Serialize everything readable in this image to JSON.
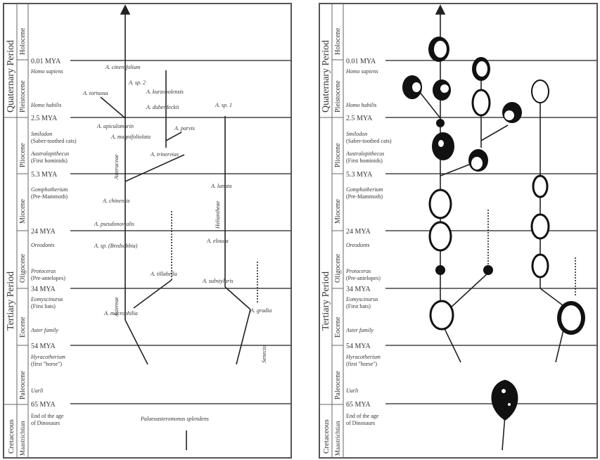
{
  "periods": {
    "quaternary": "Quaternary Period",
    "tertiary": "Tertiary Period",
    "cretaceous": "Cretaceous"
  },
  "epochs": {
    "holocene": "Holocene",
    "pleistocene": "Pleistocene",
    "pliocene": "Pliocene",
    "miocene": "Miocene",
    "oligocene": "Oligocene",
    "eocene": "Eocene",
    "paleocene": "Paleocene",
    "maastrichtian": "Maastrichtian"
  },
  "boundaries": [
    "0.01 MYA",
    "2.5 MYA",
    "5.3 MYA",
    "24 MYA",
    "34 MYA",
    "54 MYA",
    "65 MYA"
  ],
  "events": {
    "homo_sapiens": "Homo sapiens",
    "homo_habilis": "Homo habilis",
    "smilodon": "Smilodon",
    "smilodon_note": "(Saber-toothed cats)",
    "australopithecus": "Australopithecus",
    "australopithecus_note": "(First hominids)",
    "gomphotherium": "Gomphotherium",
    "gomphotherium_note": "(Pre-Mammoth)",
    "oreodonts": "Oreodonts",
    "proteus": "Protoceras",
    "proteus_note": "(Pre-antelopes)",
    "eomys": "Eomyscinurus",
    "eomys_note": "(First bats)",
    "aster": "Aster family",
    "hyracotherium": "Hyracotherium",
    "hyracotherium_note": "(first \"horse\")",
    "uarli": "Uarli",
    "dino": "End of the age",
    "dino2": "of Dinosaurs"
  },
  "taxa": {
    "t1": "A. cinerofolium",
    "t2": "A. sp. 2",
    "t3": "A. tortuosa",
    "t4": "A. kurzobolensis",
    "t5": "A. duberdeckii",
    "t6": "A. sp. 1",
    "t7": "A. apiculomarin",
    "t8": "A. magnifoliolata",
    "t9": "A. parvis",
    "t10": "A. trinervias",
    "t11": "A. chinensis",
    "t12": "A. pseudonovialis",
    "t13": "A. sp. (Bredschbia)",
    "t14": "A. tillabella",
    "t15": "A. macrophilia",
    "t16": "A. lanata",
    "t17": "A. elouda",
    "t18": "A. substylaris",
    "t19": "A. gradia",
    "t20": "Palaeoasteromonas splendens",
    "g1": "Asteraceae",
    "g2": "Astereae",
    "g3": "Heliantheae",
    "g4": "Senecio"
  }
}
